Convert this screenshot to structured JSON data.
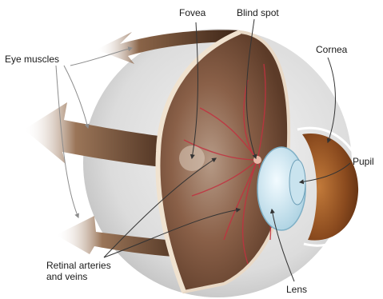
{
  "diagram": {
    "labels": {
      "fovea": "Fovea",
      "blind_spot": "Blind spot",
      "eye_muscles": "Eye muscles",
      "cornea": "Cornea",
      "pupil": "Pupil",
      "retinal_line1": "Retinal arteries",
      "retinal_line2": "and veins",
      "lens": "Lens"
    },
    "colors": {
      "sclera": "#dcdcdc",
      "retina_interior": "#6e4a36",
      "muscle": "#6b4a35",
      "iris": "#8a4a1e",
      "lens": "#c9e3ee",
      "vessels": "#c2303f",
      "leader_line": "#333333",
      "arrow_gray": "#8c8c8c"
    }
  }
}
